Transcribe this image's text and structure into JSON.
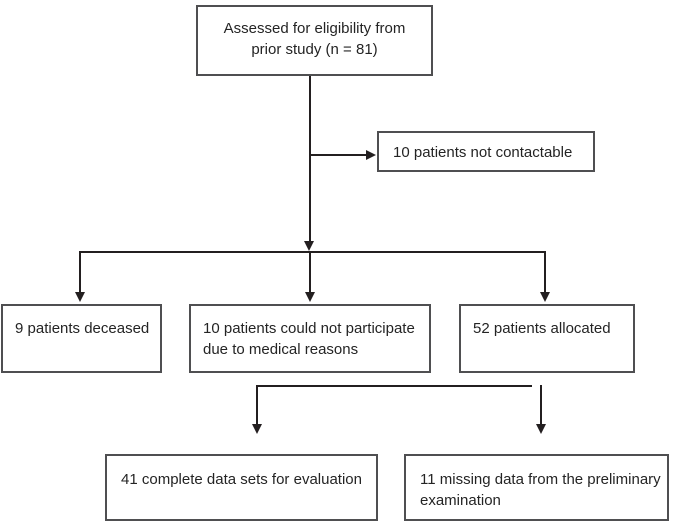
{
  "colors": {
    "line": "#231f20",
    "box_border": "#4f4f51",
    "text": "#242424",
    "background": "#ffffff"
  },
  "diagram": {
    "type": "flowchart",
    "nodes": {
      "assessed": {
        "lines": [
          "Assessed for eligibility from",
          "prior study (n = 81)"
        ]
      },
      "not_contactable": {
        "lines": [
          "10 patients not contactable"
        ]
      },
      "deceased": {
        "lines": [
          "9 patients deceased"
        ]
      },
      "medical_reasons": {
        "lines": [
          "10 patients could not participate",
          "due to medical reasons"
        ]
      },
      "allocated": {
        "lines": [
          "52 patients allocated"
        ]
      },
      "complete_data": {
        "lines": [
          "41 complete data sets for evaluation"
        ]
      },
      "missing_data": {
        "lines": [
          "11 missing data from the preliminary",
          "examination"
        ]
      }
    },
    "edges": [
      {
        "from": "assessed",
        "to": "not_contactable"
      },
      {
        "from": "assessed",
        "to": "deceased"
      },
      {
        "from": "assessed",
        "to": "medical_reasons"
      },
      {
        "from": "assessed",
        "to": "allocated"
      },
      {
        "from": "allocated",
        "to": "complete_data"
      },
      {
        "from": "allocated",
        "to": "missing_data"
      }
    ]
  }
}
